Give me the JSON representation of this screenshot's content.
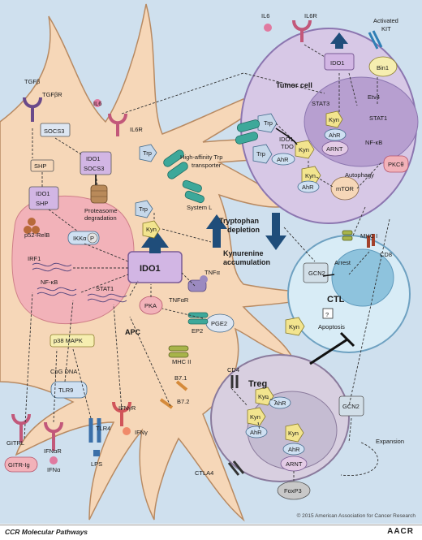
{
  "labels": {
    "tgfb": "TGFβ",
    "tgfbr": "TGFβR",
    "socs3": "SOCS3",
    "shp": "SHP",
    "ido1_small": "IDO1",
    "ido1_main": "IDO1",
    "proteasome_1": "Proteasome",
    "proteasome_2": "degradation",
    "il6": "IL6",
    "il6r": "IL6R",
    "trp": "Trp",
    "kyn": "Kyn",
    "trp_transporter_1": "High-affinity Trp",
    "trp_transporter_2": "transporter",
    "system_l": "System L",
    "trp_depletion_1": "Tryptophan",
    "trp_depletion_2": "depletion",
    "kyn_accum_1": "Kynurenine",
    "kyn_accum_2": "accumulation",
    "p52_relb": "p52-RelB",
    "ikka": "IKKα",
    "p": "P",
    "irf1": "IRF1",
    "nfkb": "NF-κB",
    "stat1": "STAT1",
    "stat3": "STAT3",
    "pka": "PKA",
    "tnfa": "TNFα",
    "tnfar": "TNFαR",
    "pge2": "PGE2",
    "ep2": "EP2",
    "apc": "APC",
    "p38": "p38 MAPK",
    "mhcii": "MHC II",
    "cpg_dna": "CpG DNA",
    "tlr9": "TLR9",
    "b71": "B7.1",
    "b72": "B7.2",
    "ifngr": "IFNγR",
    "ifng": "IFNγ",
    "tlr4": "TLR4",
    "lps": "LPS",
    "ifnar": "IFNαR",
    "ifna": "IFNα",
    "gitrl": "GITRL",
    "gitr_ig": "GITR-Ig",
    "activated_kit_1": "Activated",
    "activated_kit_2": "KIT",
    "tumor_cell": "Tumor cell",
    "bin1": "Bin1",
    "etv4": "Etv4",
    "tdo": "TDO",
    "ahr": "AhR",
    "arnt": "ARNT",
    "autophagy": "Autophagy",
    "mtor": "mTOR",
    "pkc": "PKCθ",
    "mhci": "MHC I",
    "gcn2": "GCN2",
    "arrest": "Arrest",
    "cd8": "CD8",
    "ctl": "CTL",
    "question": "?",
    "apoptosis": "Apoptosis",
    "cd4": "CD4",
    "treg": "Treg",
    "foxp3": "FoxP3",
    "expansion": "Expansion",
    "ctla4": "CTLA4"
  },
  "footer": {
    "journal": "CCR Molecular Pathways",
    "logo": "AACR",
    "copyright": "© 2015 American Association for Cancer Research"
  },
  "colors": {
    "background": "#cfe0ee",
    "apc_cell": "#f6d7b8",
    "apc_nucleus": "#f2b2b9",
    "tumor_cell": "#d7c8e6",
    "ctl_cell": "#d8ecf6",
    "treg_cell": "#d8cfe0",
    "ido1": "#d2b6e4",
    "arrows": "#1f4d7a"
  }
}
